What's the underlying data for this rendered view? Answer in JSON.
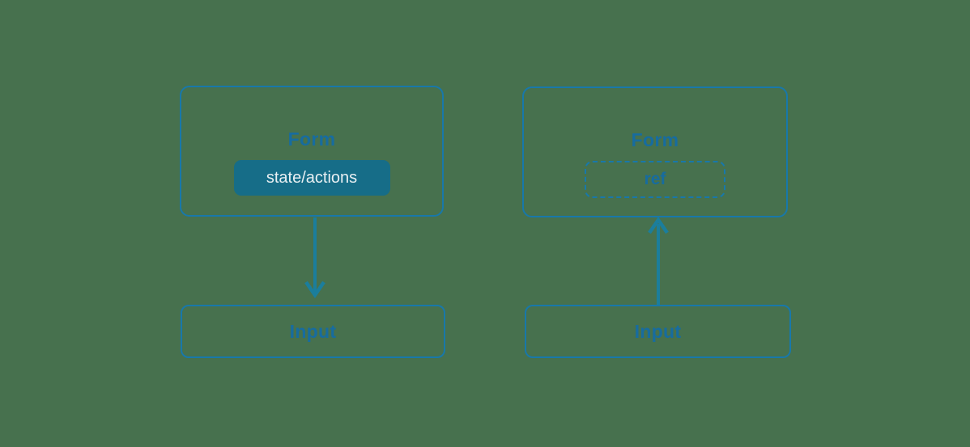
{
  "diagram": {
    "background_color": "#47714e",
    "accent_border_color": "#1878aa",
    "text_color": "#176c9f",
    "badge_fill_color": "#166d88",
    "badge_text_color": "#e9f0f3",
    "arrow_color": "#1b7e9c",
    "panels": [
      {
        "id": "state-actions-flow",
        "form_label": "Form",
        "badge_label": "state/actions",
        "badge_style": "solid",
        "input_label": "Input",
        "arrow_direction": "down",
        "arrow_meaning": "Form state/actions flows down to Input"
      },
      {
        "id": "ref-flow",
        "form_label": "Form",
        "badge_label": "ref",
        "badge_style": "dashed",
        "input_label": "Input",
        "arrow_direction": "up",
        "arrow_meaning": "Input provides ref up to Form"
      }
    ]
  }
}
